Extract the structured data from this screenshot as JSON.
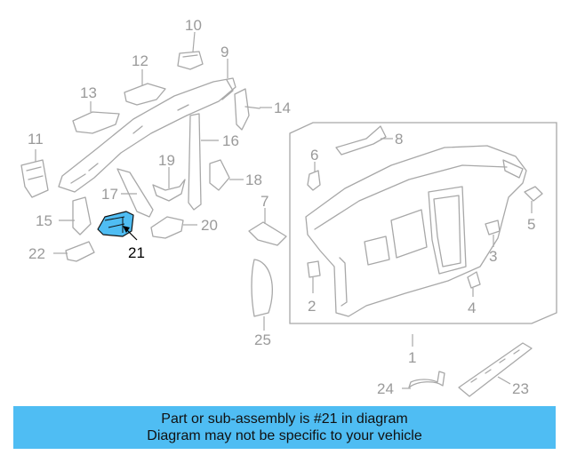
{
  "diagram": {
    "highlight_color": "#4fbdf3",
    "part_color": "#a8a8a8",
    "callouts": {
      "p1": "1",
      "p2": "2",
      "p3": "3",
      "p4": "4",
      "p5": "5",
      "p6": "6",
      "p7": "7",
      "p8": "8",
      "p9": "9",
      "p10": "10",
      "p11": "11",
      "p12": "12",
      "p13": "13",
      "p14": "14",
      "p15": "15",
      "p16": "16",
      "p17": "17",
      "p18": "18",
      "p19": "19",
      "p20": "20",
      "p21": "21",
      "p22": "22",
      "p23": "23",
      "p24": "24",
      "p25": "25"
    }
  },
  "banner": {
    "background": "#4fbdf3",
    "line1": "Part or sub-assembly is #21 in diagram",
    "line2": "Diagram may not be specific to your vehicle"
  }
}
